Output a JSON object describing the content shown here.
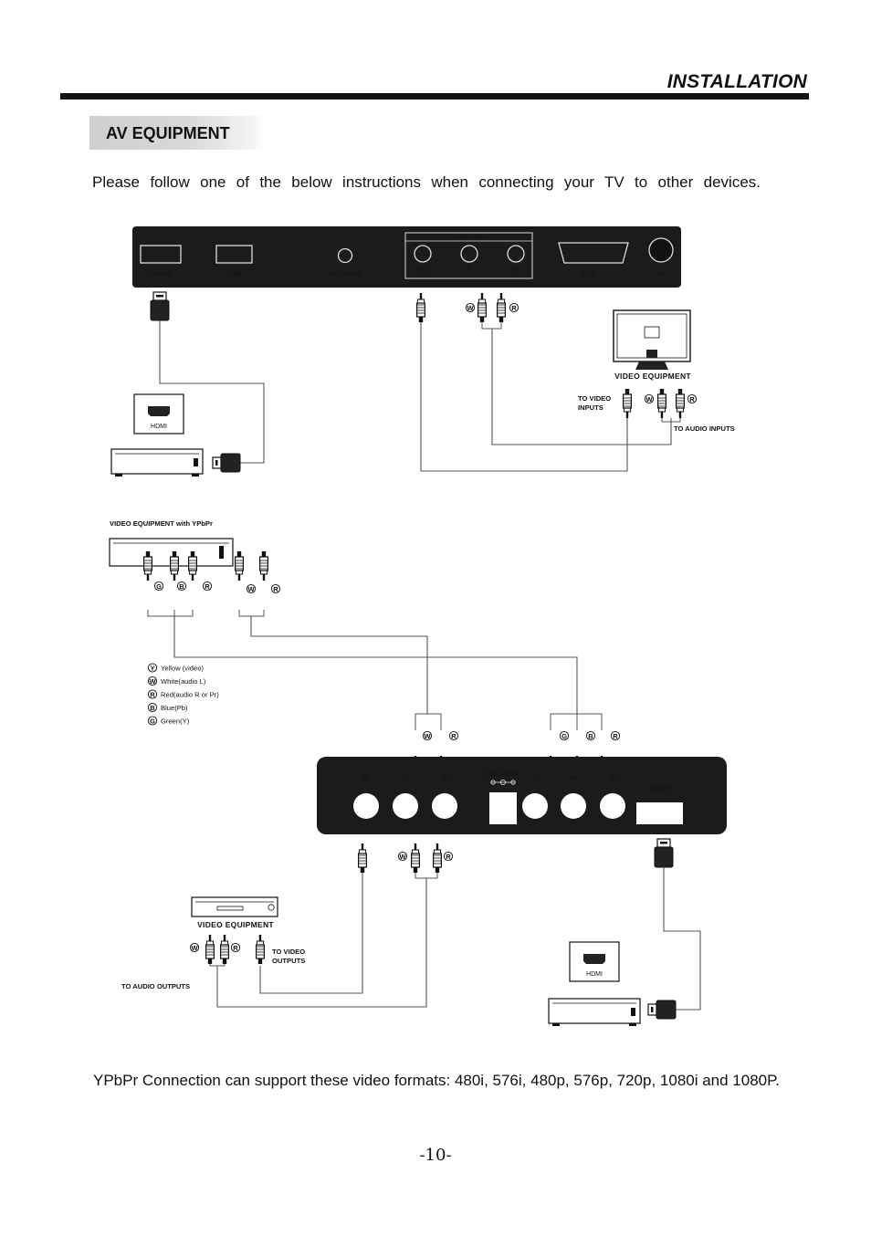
{
  "header": {
    "title": "INSTALLATION"
  },
  "section": {
    "tag": "AV EQUIPMENT"
  },
  "intro": "Please follow one of the below instructions when connecting your TV to other devices.",
  "top_panel": {
    "hdmi1": "HDMI1",
    "usb": "USB",
    "pc_audio": "PC AUDIO",
    "av_output": "AV OUTPUT",
    "av": "AV",
    "l": "L",
    "r": "R",
    "vga": "VGA",
    "rf": "RF"
  },
  "stb_top": {
    "hdmi_label": "HDMI"
  },
  "top_plugs": {
    "pair": [
      "W",
      "R"
    ]
  },
  "video_equipment_top": {
    "caption": "VIDEO EQUIPMENT",
    "to_video_inputs": [
      "TO VIDEO",
      "INPUTS"
    ],
    "to_audio_inputs": "TO AUDIO INPUTS",
    "pair": [
      "W",
      "R"
    ]
  },
  "ypbpr_device": {
    "caption": "VIDEO EQUIPMENT with YPbPr",
    "component_markers": [
      "G",
      "B",
      "R"
    ],
    "audio_markers": [
      "W",
      "R"
    ]
  },
  "legend": [
    {
      "letter": "Y",
      "text": "Yellow (video)"
    },
    {
      "letter": "W",
      "text": "White(audio L)"
    },
    {
      "letter": "R",
      "text": "Red(audio R or Pr)"
    },
    {
      "letter": "B",
      "text": "Blue(Pb)"
    },
    {
      "letter": "G",
      "text": "Green(Y)"
    }
  ],
  "bottom_plugs_above": {
    "audio_markers": [
      "W",
      "R"
    ],
    "component_markers": [
      "G",
      "B",
      "R"
    ]
  },
  "bottom_panel": {
    "av": "AV",
    "l": "L",
    "r": "R",
    "dc": "DC 12V/3A",
    "y": "Y",
    "pb": "Pb",
    "pr": "Pr",
    "hdmi2": "HDMI2"
  },
  "bottom_plugs_below": {
    "pair": [
      "W",
      "R"
    ]
  },
  "video_equipment_bottom": {
    "caption": "VIDEO EQUIPMENT",
    "pair": [
      "W",
      "R"
    ],
    "to_video_outputs": [
      "TO VIDEO",
      "OUTPUTS"
    ],
    "to_audio_outputs": "TO AUDIO OUTPUTS"
  },
  "stb_bottom": {
    "hdmi_label": "HDMI"
  },
  "formats": "YPbPr Connection can support these video formats: 480i, 576i, 480p, 576p, 720p, 1080i and 1080P.",
  "page_number": "-10-"
}
